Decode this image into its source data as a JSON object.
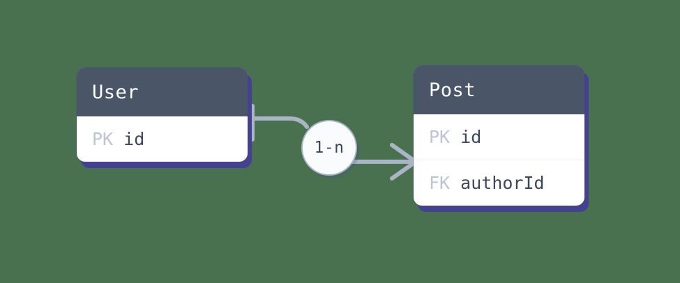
{
  "diagram": {
    "type": "entity-relationship-diagram",
    "background_color": "#4a714f",
    "entities": [
      {
        "id": "user",
        "title": "User",
        "header_color": "#4a5568",
        "body_color": "#ffffff",
        "shadow_color": "#434190",
        "attributes": [
          {
            "key": "PK",
            "name": "id"
          }
        ]
      },
      {
        "id": "post",
        "title": "Post",
        "header_color": "#4a5568",
        "body_color": "#ffffff",
        "shadow_color": "#434190",
        "attributes": [
          {
            "key": "PK",
            "name": "id"
          },
          {
            "key": "FK",
            "name": "authorId"
          }
        ]
      }
    ],
    "relationship": {
      "label": "1-n",
      "from": "User",
      "to": "Post",
      "from_cardinality": "one",
      "to_cardinality": "many",
      "line_color": "#aab4c4"
    }
  }
}
